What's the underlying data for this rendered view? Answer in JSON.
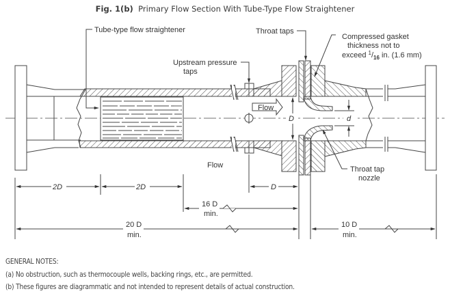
{
  "figure": {
    "number": "Fig. 1(b)",
    "title": "Primary Flow Section With Tube-Type Flow Straightener"
  },
  "labels": {
    "straightener": "Tube-type flow straightener",
    "upstream_taps_line1": "Upstream pressure",
    "upstream_taps_line2": "taps",
    "throat_taps": "Throat taps",
    "gasket_line1": "Compressed gasket",
    "gasket_line2": "thickness not to",
    "gasket_line3_pre": "exceed ",
    "gasket_fraction_num": "1",
    "gasket_fraction_den": "16",
    "gasket_line3_post": " in. (1.6 mm)",
    "flow_arrow": "Flow",
    "flow_text": "Flow",
    "pipe_diameter": "D",
    "throat_diameter": "d",
    "throat_tap_nozzle_line1": "Throat tap",
    "throat_tap_nozzle_line2": "nozzle"
  },
  "dimensions": {
    "inlet_length": "2D",
    "straightener_length": "2D",
    "upstream_tap_to_throat": "D",
    "straightener_to_throat_value": "16 D",
    "straightener_to_throat_qual": "min.",
    "total_upstream_value": "20 D",
    "total_upstream_qual": "min.",
    "downstream_value": "10 D",
    "downstream_qual": "min."
  },
  "notes": {
    "heading": "GENERAL NOTES:",
    "items": [
      "(a) No obstruction, such as thermocouple wells, backing rings, etc., are permitted.",
      "(b) These figures are diagrammatic and not intended to represent details of actual construction."
    ]
  }
}
